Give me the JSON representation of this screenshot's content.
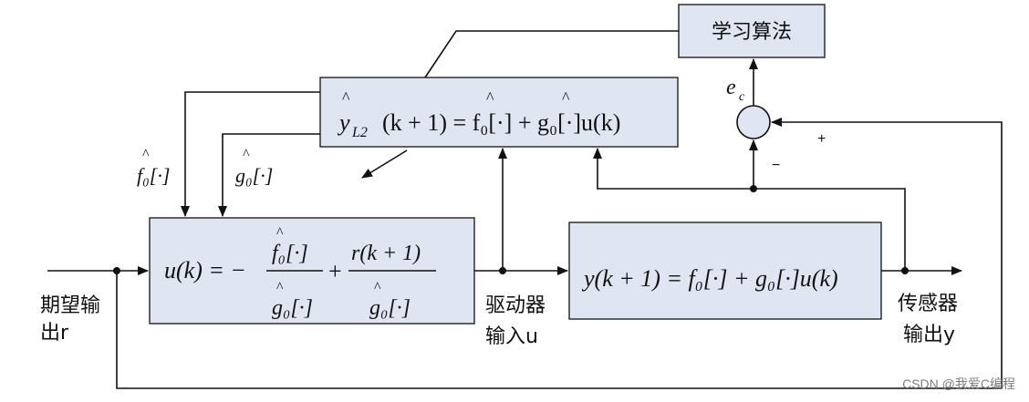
{
  "learning_box": {
    "label": "学习算法"
  },
  "estimator_box": {
    "y_hat": "y",
    "y_sub": "L2",
    "equation_rest": "(k + 1) = f₀[·] + g₀[·]u(k)",
    "hat_mark": "^"
  },
  "controller_box": {
    "lhs": "u(k) = −",
    "num1": "f₀[·]",
    "den1": "g₀[·]",
    "plus": "+",
    "num2": "r(k + 1)",
    "den2": "g₀[·]"
  },
  "plant_box": {
    "equation": "y(k + 1) = f₀[·] + g₀[·]u(k)"
  },
  "signals": {
    "f0_label": "f₀[·]",
    "g0_label": "g₀[·]",
    "error_label": "e",
    "error_sub": "c",
    "plus_sign": "+",
    "minus_sign": "−"
  },
  "io_labels": {
    "input_line1": "期望输",
    "input_line2": "出r",
    "actuator_line1": "驱动器",
    "actuator_line2": "输入u",
    "sensor_line1": "传感器",
    "sensor_line2": "输出y"
  },
  "watermark": "CSDN @我爱C编程"
}
